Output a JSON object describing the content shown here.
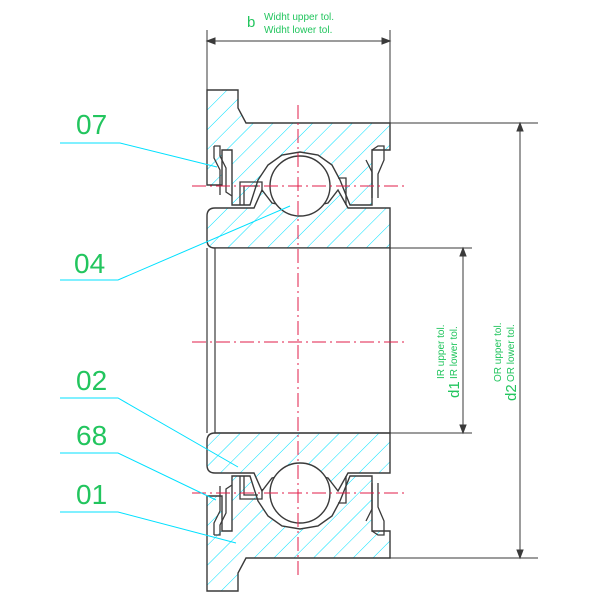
{
  "colors": {
    "outline": "#3a3a3a",
    "hatch": "#00e0ff",
    "leader": "#00e0ff",
    "label": "#22c55e",
    "centerline": "#e11d48"
  },
  "part_labels": {
    "p07": "07",
    "p04": "04",
    "p02": "02",
    "p68": "68",
    "p01": "01"
  },
  "dimensions": {
    "width": {
      "symbol": "b",
      "upper": "Widht upper tol.",
      "lower": "Widht lower tol."
    },
    "inner_diameter": {
      "symbol": "d1",
      "upper": "IR upper tol.",
      "lower": "IR lower tol."
    },
    "outer_diameter": {
      "symbol": "d2",
      "upper": "OR upper tol.",
      "lower": "OR lower tol."
    }
  }
}
